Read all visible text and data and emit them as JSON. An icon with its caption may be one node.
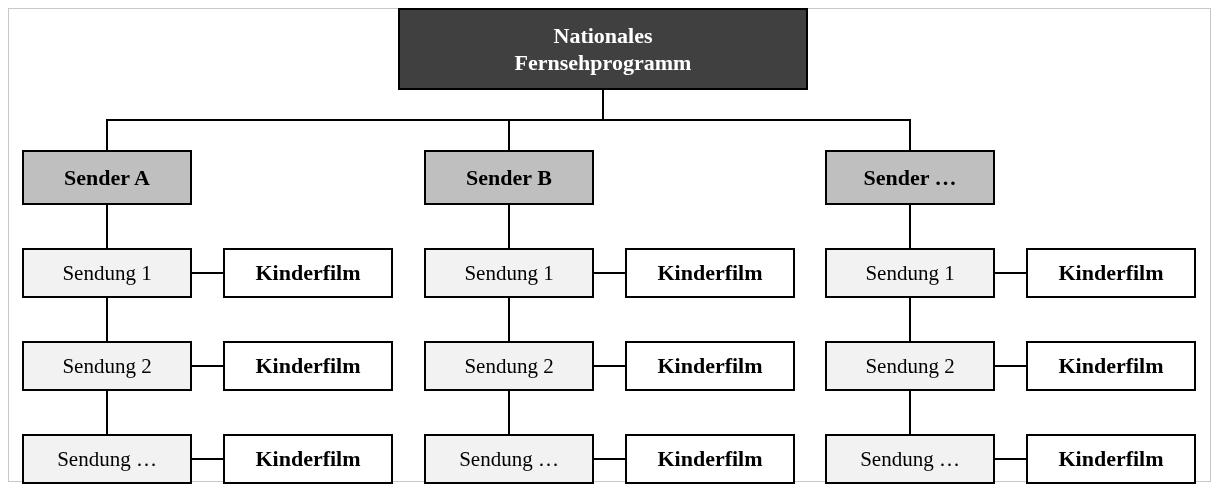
{
  "diagram": {
    "nodes": [
      {
        "text": [
          "Nationales Fernsehprogramm"
        ]
      },
      {
        "text": [
          "Sender A"
        ]
      },
      {
        "text": [
          "Sender B"
        ]
      },
      {
        "text": [
          "Sender …"
        ]
      },
      {
        "text": [
          "Sendung 1"
        ]
      },
      {
        "text": [
          "Kinderfilm"
        ]
      },
      {
        "text": [
          "Sendung 1"
        ]
      },
      {
        "text": [
          "Kinderfilm"
        ]
      },
      {
        "text": [
          "Sendung 1"
        ]
      },
      {
        "text": [
          "Kinderfilm"
        ]
      },
      {
        "text": [
          "Sendung 2"
        ]
      },
      {
        "text": [
          "Kinderfilm"
        ]
      },
      {
        "text": [
          "Sendung 2"
        ]
      },
      {
        "text": [
          "Kinderfilm"
        ]
      },
      {
        "text": [
          "Sendung 2"
        ]
      },
      {
        "text": [
          "Kinderfilm"
        ]
      },
      {
        "text": [
          "Sendung …"
        ]
      },
      {
        "text": [
          "Kinderfilm"
        ]
      },
      {
        "text": [
          "Sendung …"
        ]
      },
      {
        "text": [
          "Kinderfilm"
        ]
      },
      {
        "text": [
          "Sendung …"
        ]
      },
      {
        "text": [
          "Kinderfilm"
        ]
      }
    ],
    "edges": [
      {
        "from": 0,
        "to": 1,
        "arrow": "none"
      },
      {
        "from": 0,
        "to": 2,
        "arrow": "none"
      },
      {
        "from": 0,
        "to": 3,
        "arrow": "none"
      },
      {
        "from": 1,
        "to": 4,
        "arrow": "none"
      },
      {
        "from": 2,
        "to": 6,
        "arrow": "none"
      },
      {
        "from": 3,
        "to": 8,
        "arrow": "none"
      },
      {
        "from": 4,
        "to": 5,
        "arrow": "none"
      },
      {
        "from": 6,
        "to": 7,
        "arrow": "none"
      },
      {
        "from": 8,
        "to": 9,
        "arrow": "none"
      },
      {
        "from": 4,
        "to": 10,
        "arrow": "none"
      },
      {
        "from": 6,
        "to": 12,
        "arrow": "none"
      },
      {
        "from": 8,
        "to": 14,
        "arrow": "none"
      },
      {
        "from": 10,
        "to": 11,
        "arrow": "none"
      },
      {
        "from": 12,
        "to": 13,
        "arrow": "none"
      },
      {
        "from": 14,
        "to": 15,
        "arrow": "none"
      },
      {
        "from": 10,
        "to": 16,
        "arrow": "none"
      },
      {
        "from": 12,
        "to": 18,
        "arrow": "none"
      },
      {
        "from": 14,
        "to": 20,
        "arrow": "none"
      },
      {
        "from": 16,
        "to": 17,
        "arrow": "none"
      },
      {
        "from": 18,
        "to": 19,
        "arrow": "none"
      },
      {
        "from": 20,
        "to": 21,
        "arrow": "none"
      }
    ]
  }
}
